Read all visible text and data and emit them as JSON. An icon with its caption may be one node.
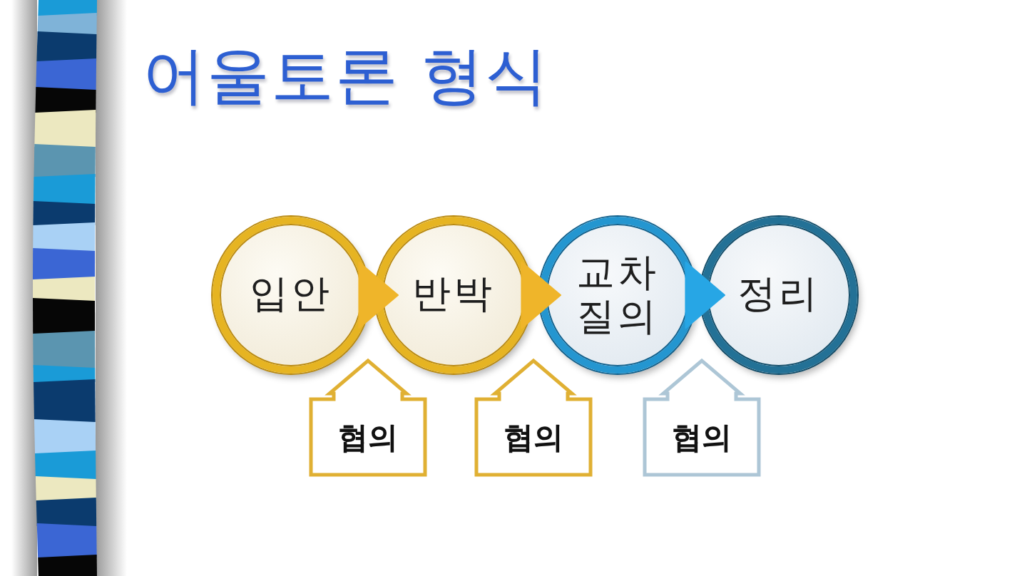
{
  "diagram": {
    "title": "어울토론 형식",
    "nodes": [
      {
        "text": [
          "입안"
        ]
      },
      {
        "text": [
          "반박"
        ]
      },
      {
        "text": [
          "교차 질의"
        ]
      },
      {
        "text": [
          "정리"
        ]
      },
      {
        "text": [
          "협의"
        ]
      },
      {
        "text": [
          "협의"
        ]
      },
      {
        "text": [
          "협의"
        ]
      }
    ],
    "edges": [
      {
        "from": 0,
        "to": 1,
        "arrow": "to"
      },
      {
        "from": 1,
        "to": 2,
        "arrow": "to"
      },
      {
        "from": 2,
        "to": 3,
        "arrow": "to",
        "color": "#27a6e5"
      }
    ]
  }
}
